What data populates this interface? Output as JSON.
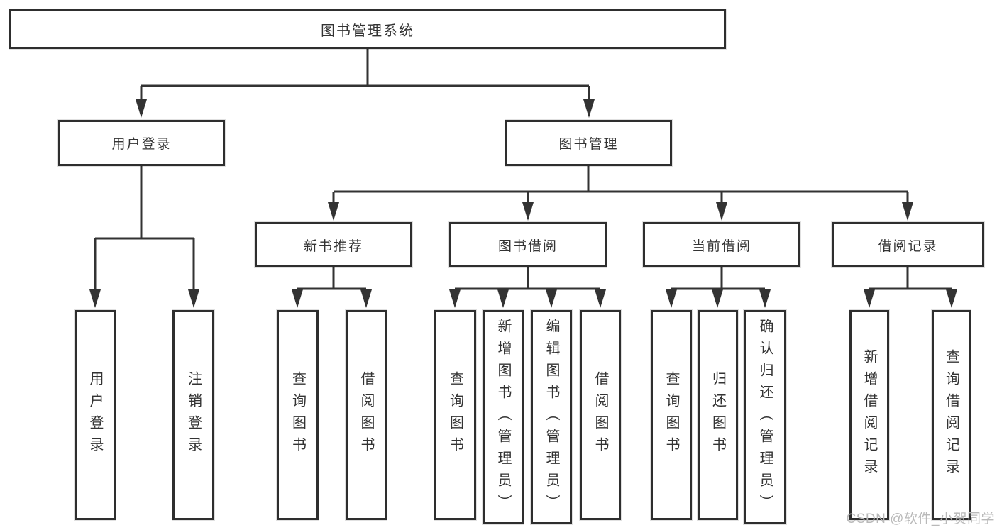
{
  "tree": {
    "root": {
      "label": "图书管理系统"
    },
    "level2": [
      {
        "label": "用户登录"
      },
      {
        "label": "图书管理"
      }
    ],
    "level3": [
      {
        "label": "新书推荐"
      },
      {
        "label": "图书借阅"
      },
      {
        "label": "当前借阅"
      },
      {
        "label": "借阅记录"
      }
    ],
    "leaves": {
      "user_login": [
        {
          "label": "用户登录"
        },
        {
          "label": "注销登录"
        }
      ],
      "new_books": [
        {
          "label": "查询图书"
        },
        {
          "label": "借阅图书"
        }
      ],
      "book_borrow": [
        {
          "label": "查询图书"
        },
        {
          "label": "新增图书（管理员）"
        },
        {
          "label": "编辑图书（管理员）"
        },
        {
          "label": "借阅图书"
        }
      ],
      "current_borrow": [
        {
          "label": "查询图书"
        },
        {
          "label": "归还图书"
        },
        {
          "label": "确认归还（管理员）"
        }
      ],
      "borrow_records": [
        {
          "label": "新增借阅记录"
        },
        {
          "label": "查询借阅记录"
        }
      ]
    }
  },
  "watermark": {
    "text": "CSDN @软件_小贺同学"
  },
  "colors": {
    "line": "#333333",
    "box_border": "#2e2e2e",
    "text": "#333333",
    "watermark": "#b9b9b9",
    "background": "#ffffff"
  }
}
